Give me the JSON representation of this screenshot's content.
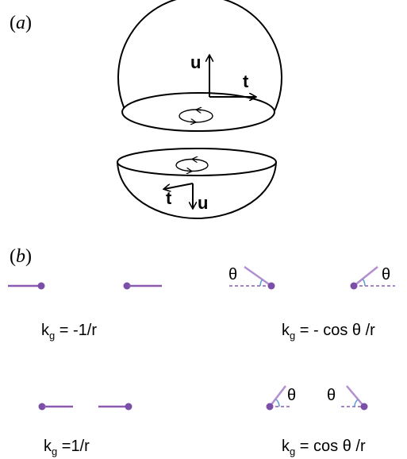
{
  "panel_a": {
    "label_open": "(",
    "label_letter": "a",
    "label_close": ")",
    "upper_u": "u",
    "upper_t": "t",
    "lower_t": "t",
    "lower_u": "u"
  },
  "panel_b": {
    "label_open": "(",
    "label_letter": "b",
    "label_close": ")",
    "theta": "θ",
    "formulas": [
      {
        "k": "k",
        "sub": "g",
        "rest": " = -1/r"
      },
      {
        "k": "k",
        "sub": "g",
        "rest": " = - cos θ /r"
      },
      {
        "k": "k",
        "sub": "g",
        "rest": " =1/r"
      },
      {
        "k": "k",
        "sub": "g",
        "rest": " = cos θ /r"
      }
    ]
  },
  "colors": {
    "segment": "#8a5bb0",
    "dot": "#7b4ea8",
    "angle_arc": "#5b9bd5",
    "outline": "#000000"
  }
}
